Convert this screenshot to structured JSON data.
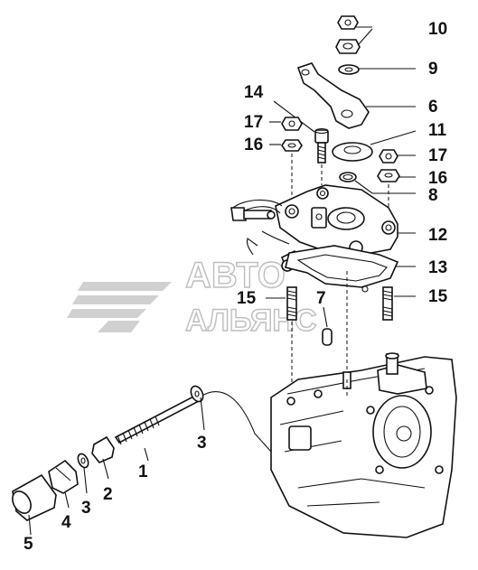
{
  "watermark": {
    "line1": "АВТО",
    "line2": "АЛЬЯНС"
  },
  "callouts": [
    {
      "id": "10",
      "text": "10"
    },
    {
      "id": "9",
      "text": "9"
    },
    {
      "id": "14",
      "text": "14"
    },
    {
      "id": "6",
      "text": "6"
    },
    {
      "id": "17a",
      "text": "17"
    },
    {
      "id": "11",
      "text": "11"
    },
    {
      "id": "16a",
      "text": "16"
    },
    {
      "id": "17b",
      "text": "17"
    },
    {
      "id": "16b",
      "text": "16"
    },
    {
      "id": "8",
      "text": "8"
    },
    {
      "id": "12",
      "text": "12"
    },
    {
      "id": "13",
      "text": "13"
    },
    {
      "id": "15a",
      "text": "15"
    },
    {
      "id": "7",
      "text": "7"
    },
    {
      "id": "15b",
      "text": "15"
    },
    {
      "id": "3a",
      "text": "3"
    },
    {
      "id": "1",
      "text": "1"
    },
    {
      "id": "2",
      "text": "2"
    },
    {
      "id": "3b",
      "text": "3"
    },
    {
      "id": "4",
      "text": "4"
    },
    {
      "id": "5",
      "text": "5"
    }
  ],
  "colors": {
    "ink": "#111111",
    "watermark": "#c8c8c8",
    "background": "#ffffff"
  }
}
